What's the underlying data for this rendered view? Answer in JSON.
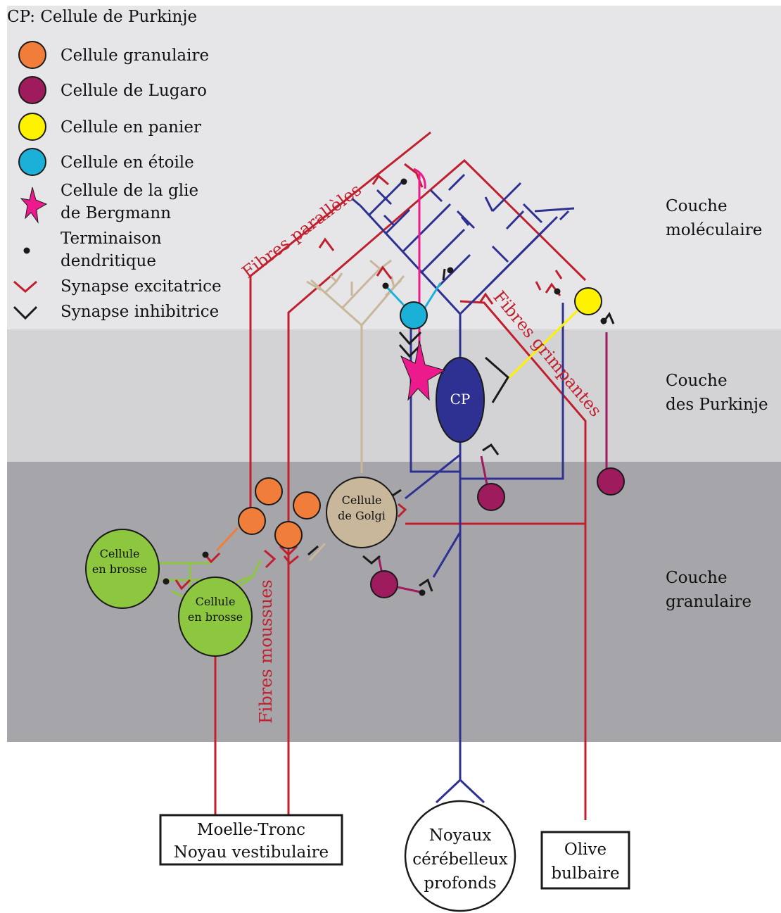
{
  "colors": {
    "molecular_bg": "#e6e6e8",
    "purkinje_bg": "#d3d3d5",
    "granular_bg": "#a6a6aa",
    "excitatory": "#c0202e",
    "inhibitory": "#1a1a1a",
    "purkinje_blue": "#2e3192",
    "golgi_tan": "#c8b79a",
    "granule_orange": "#f07d3a",
    "lugaro_purple": "#9e1b5e",
    "basket_yellow": "#fff200",
    "stellate_cyan": "#1ab0d8",
    "bergmann_pink": "#ec1a8c",
    "brush_green": "#8dc63f"
  },
  "legend": {
    "title": "CP: Cellule de Purkinje",
    "granule": "Cellule granulaire",
    "lugaro": "Cellule de Lugaro",
    "basket": "Cellule en panier",
    "stellate": "Cellule en étoile",
    "bergmann_1": "Cellule de la glie",
    "bergmann_2": "de Bergmann",
    "terminal_1": "Terminaison",
    "terminal_2": "dendritique",
    "excitatory": "Synapse excitatrice",
    "inhibitory": "Synapse inhibitrice"
  },
  "layers": {
    "molecular_1": "Couche",
    "molecular_2": "moléculaire",
    "purkinje_1": "Couche",
    "purkinje_2": "des Purkinje",
    "granular_1": "Couche",
    "granular_2": "granulaire"
  },
  "fibers": {
    "parallel": "Fibres parallèles",
    "climbing": "Fibres grimpantes",
    "mossy": "Fibres moussues"
  },
  "cells": {
    "purkinje": "CP",
    "golgi_1": "Cellule",
    "golgi_2": "de Golgi",
    "brush_1_1": "Cellule",
    "brush_1_2": "en brosse",
    "brush_2_1": "Cellule",
    "brush_2_2": "en brosse"
  },
  "boxes": {
    "spinal_1": "Moelle-Tronc",
    "spinal_2": "Noyau vestibulaire",
    "nuclei_1": "Noyaux",
    "nuclei_2": "cérébelleux",
    "nuclei_3": "profonds",
    "olive_1": "Olive",
    "olive_2": "bulbaire"
  }
}
